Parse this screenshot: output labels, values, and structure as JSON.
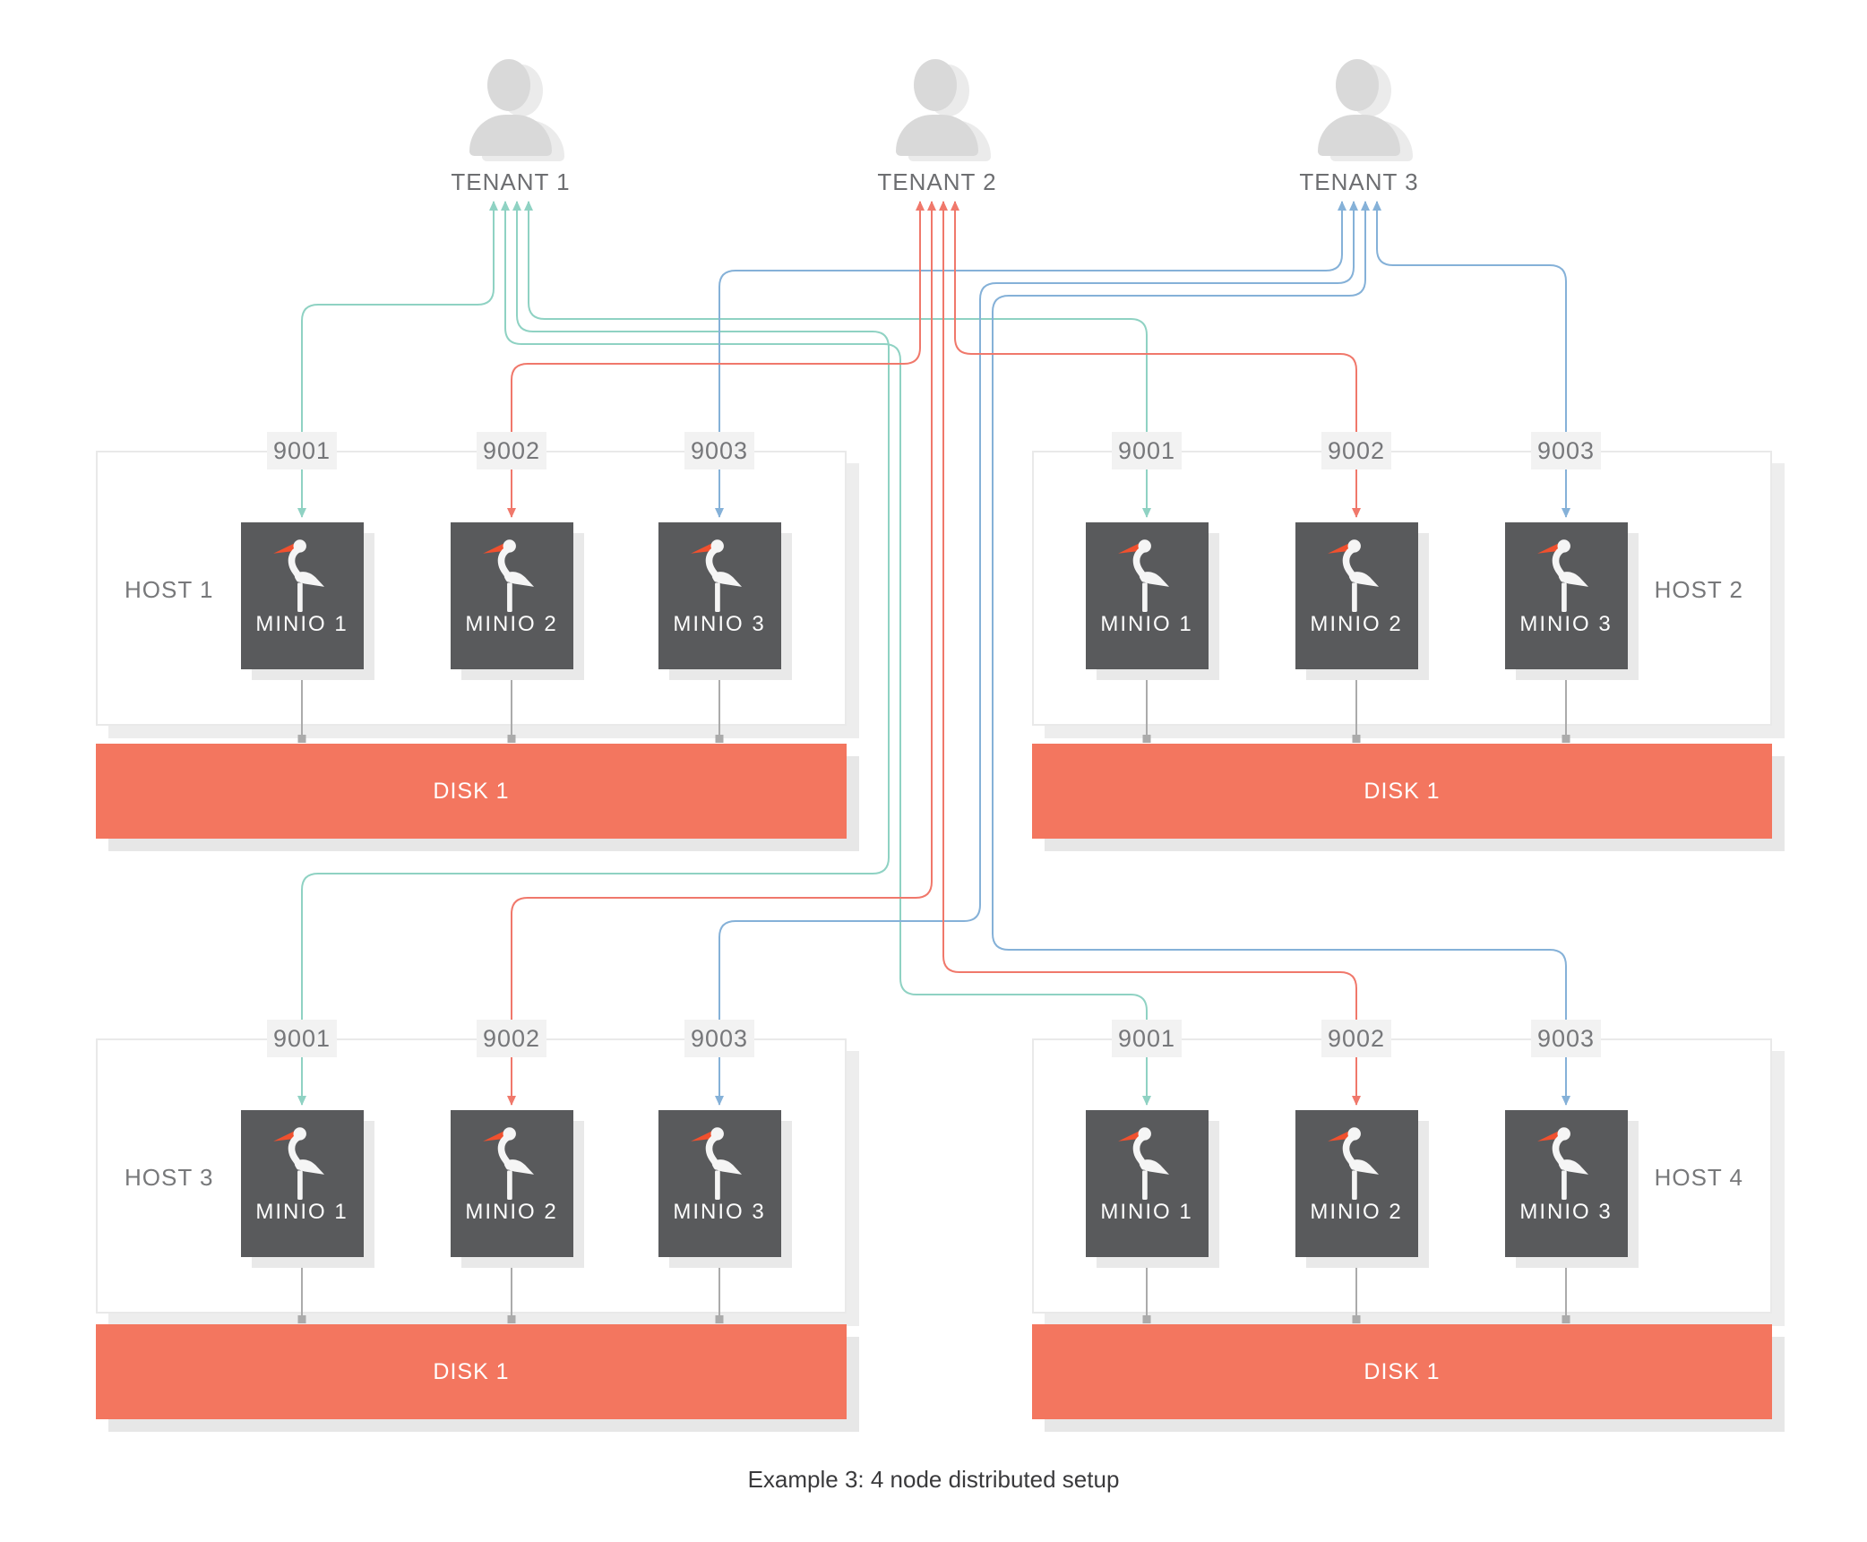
{
  "diagram": {
    "caption": "Example 3: 4 node distributed setup",
    "colors": {
      "tenant_1_link": "#8FD2C3",
      "tenant_2_link": "#F0786B",
      "tenant_3_link": "#85B1D8",
      "disk": "#F3765F",
      "node_background": "#595A5C",
      "node_disk_link_gray": "#ABABAB"
    },
    "tenants": [
      {
        "label": "TENANT 1",
        "icon": "person-icon"
      },
      {
        "label": "TENANT 2",
        "icon": "person-icon"
      },
      {
        "label": "TENANT 3",
        "icon": "person-icon"
      }
    ],
    "hosts": [
      {
        "label": "HOST 1",
        "label_side": "left",
        "ports": [
          "9001",
          "9002",
          "9003"
        ],
        "nodes": [
          "MINIO 1",
          "MINIO 2",
          "MINIO 3"
        ],
        "node_icon": "minio-stork-icon",
        "disk_label": "DISK 1"
      },
      {
        "label": "HOST 2",
        "label_side": "right",
        "ports": [
          "9001",
          "9002",
          "9003"
        ],
        "nodes": [
          "MINIO 1",
          "MINIO 2",
          "MINIO 3"
        ],
        "node_icon": "minio-stork-icon",
        "disk_label": "DISK 1"
      },
      {
        "label": "HOST 3",
        "label_side": "left",
        "ports": [
          "9001",
          "9002",
          "9003"
        ],
        "nodes": [
          "MINIO 1",
          "MINIO 2",
          "MINIO 3"
        ],
        "node_icon": "minio-stork-icon",
        "disk_label": "DISK 1"
      },
      {
        "label": "HOST 4",
        "label_side": "right",
        "ports": [
          "9001",
          "9002",
          "9003"
        ],
        "nodes": [
          "MINIO 1",
          "MINIO 2",
          "MINIO 3"
        ],
        "node_icon": "minio-stork-icon",
        "disk_label": "DISK 1"
      }
    ],
    "connections": [
      {
        "tenant": 0,
        "host": 0,
        "node": 0,
        "port": "9001"
      },
      {
        "tenant": 0,
        "host": 1,
        "node": 0,
        "port": "9001"
      },
      {
        "tenant": 0,
        "host": 2,
        "node": 0,
        "port": "9001"
      },
      {
        "tenant": 0,
        "host": 3,
        "node": 0,
        "port": "9001"
      },
      {
        "tenant": 1,
        "host": 0,
        "node": 1,
        "port": "9002"
      },
      {
        "tenant": 1,
        "host": 1,
        "node": 1,
        "port": "9002"
      },
      {
        "tenant": 1,
        "host": 2,
        "node": 1,
        "port": "9002"
      },
      {
        "tenant": 1,
        "host": 3,
        "node": 1,
        "port": "9002"
      },
      {
        "tenant": 2,
        "host": 0,
        "node": 2,
        "port": "9003"
      },
      {
        "tenant": 2,
        "host": 1,
        "node": 2,
        "port": "9003"
      },
      {
        "tenant": 2,
        "host": 2,
        "node": 2,
        "port": "9003"
      },
      {
        "tenant": 2,
        "host": 3,
        "node": 2,
        "port": "9003"
      }
    ]
  }
}
